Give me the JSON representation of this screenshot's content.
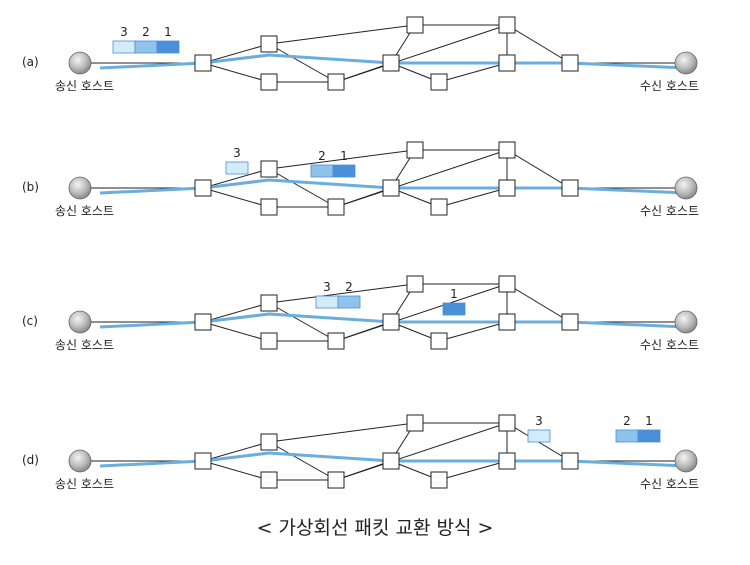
{
  "caption": "< 가상회선 패킷 교환 방식 >",
  "host_labels": {
    "sender": "송신 호스트",
    "receiver": "수신 호스트"
  },
  "colors": {
    "route": "#6aaee0",
    "link": "#222222",
    "node_border": "#222222",
    "packet_light": "#d4ebf8",
    "packet_mid": "#8fc3ea",
    "packet_dark": "#4a90d9"
  },
  "panels": [
    {
      "label": "(a)",
      "packets": [
        {
          "number": "3",
          "shade": "light"
        },
        {
          "number": "2",
          "shade": "mid"
        },
        {
          "number": "1",
          "shade": "dark"
        }
      ]
    },
    {
      "label": "(b)",
      "packets": [
        {
          "number": "3",
          "shade": "light"
        },
        {
          "number": "2",
          "shade": "mid"
        },
        {
          "number": "1",
          "shade": "dark"
        }
      ]
    },
    {
      "label": "(c)",
      "packets": [
        {
          "number": "3",
          "shade": "light"
        },
        {
          "number": "2",
          "shade": "mid"
        },
        {
          "number": "1",
          "shade": "dark"
        }
      ]
    },
    {
      "label": "(d)",
      "packets": [
        {
          "number": "3",
          "shade": "light"
        },
        {
          "number": "2",
          "shade": "mid"
        },
        {
          "number": "1",
          "shade": "dark"
        }
      ]
    }
  ]
}
